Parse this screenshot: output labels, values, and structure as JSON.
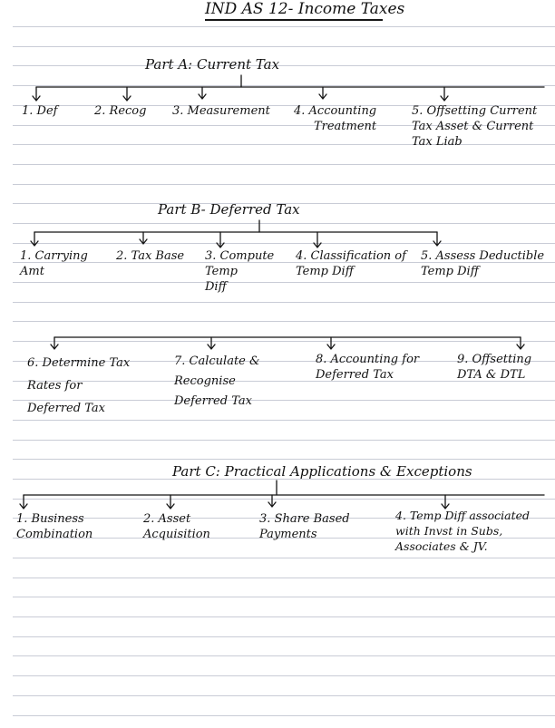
{
  "page": {
    "title": "IND AS 12- Income Taxes"
  },
  "part_a": {
    "heading": "Part A: Current Tax",
    "items": [
      "1. Def",
      "2. Recog",
      "3. Measurement",
      "4. Accounting\nTreatment",
      "5. Offsetting Current\nTax Asset & Current\nTax Liab"
    ]
  },
  "part_b": {
    "heading": "Part B- Deferred Tax",
    "items": [
      "1. Carrying\nAmt",
      "2. Tax Base",
      "3. Compute\nTemp\nDiff",
      "4. Classification of\nTemp Diff",
      "5. Assess Deductible\nTemp Diff"
    ],
    "items_row2": [
      "6. Determine Tax\nRates for\nDeferred Tax",
      "7. Calculate &\nRecognise\nDeferred Tax",
      "8. Accounting for\nDeferred Tax",
      "9. Offsetting\nDTA & DTL"
    ]
  },
  "part_c": {
    "heading": "Part C: Practical Applications & Exceptions",
    "items": [
      "1. Business\nCombination",
      "2. Asset\nAcquisition",
      "3. Share Based\nPayments",
      "4. Temp Diff associated\nwith Invst in Subs,\nAssociates & JV."
    ]
  }
}
